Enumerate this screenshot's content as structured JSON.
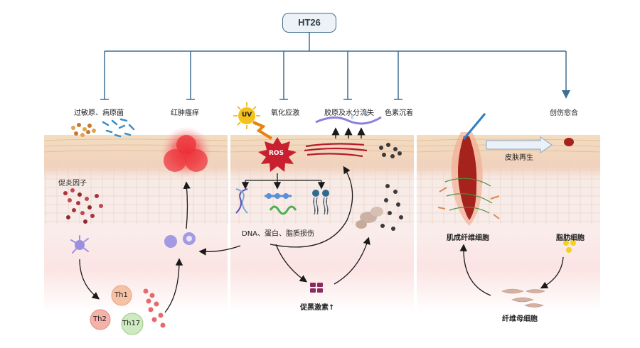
{
  "root": "HT26",
  "effects": {
    "allergy": "过敏原、病原菌",
    "inflammation": "红肿瘙痒",
    "oxidative": "氧化应激",
    "collagen": "胶原及水分流失",
    "pigment": "色素沉着",
    "wound": "创伤愈合"
  },
  "panel_left": {
    "factor": "促炎因子",
    "cells": [
      "Th1",
      "Th2",
      "Th17"
    ]
  },
  "panel_mid": {
    "uv": "UV",
    "ros": "ROS",
    "damage": "DNA、蛋白、脂质损伤",
    "hormone": "促黑激素↑"
  },
  "panel_right": {
    "regen": "皮肤再生",
    "myofibro": "肌成纤维细胞",
    "adipo": "脂肪细胞",
    "fibro": "纤维母细胞"
  },
  "colors": {
    "connector": "#3f6f93",
    "skin_top": "#f3dcc0",
    "skin_mid": "#f6e7e1",
    "skin_bottom": "#fbeeee",
    "red": "#d8333f",
    "pigment": "#3a3a3a"
  }
}
